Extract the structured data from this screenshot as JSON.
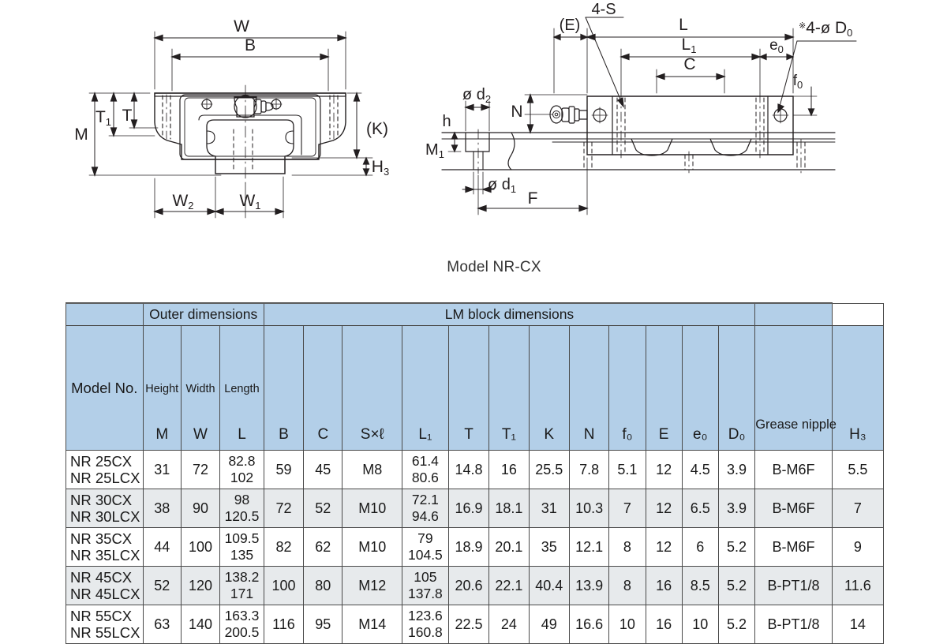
{
  "caption": "Model NR-CX",
  "drawing": {
    "front_view_labels": [
      "W",
      "B",
      "T₁",
      "T",
      "M",
      "(K)",
      "H₃",
      "W₂",
      "W₁"
    ],
    "side_view_labels": [
      "(E)",
      "4-S",
      "L",
      "L₁",
      "C",
      "e₀",
      "※4-ø D₀",
      "f₀",
      "ø d₂",
      "N",
      "h",
      "M₁",
      "ø d₁",
      "F"
    ],
    "labels": {
      "W": "W",
      "B": "B",
      "T1": "T₁",
      "T": "T",
      "M": "M",
      "K": "(K)",
      "H3": "H₃",
      "W2": "W₂",
      "W1": "W₁",
      "E": "(E)",
      "fourS": "4-S",
      "L": "L",
      "L1": "L₁",
      "C": "C",
      "e0": "e₀",
      "fourD0": "※4-ø D₀",
      "f0": "f₀",
      "d2": "ø d₂",
      "N": "N",
      "h": "h",
      "M1": "M₁",
      "d1": "ø d₁",
      "F": "F"
    }
  },
  "table": {
    "group_headers": [
      {
        "label": "",
        "span": 1
      },
      {
        "label": "Outer dimensions",
        "span": 3
      },
      {
        "label": "LM block dimensions",
        "span": 12
      },
      {
        "label": "",
        "span": 1
      }
    ],
    "columns": [
      {
        "unit": "",
        "symbol": "Model No."
      },
      {
        "unit": "Height",
        "symbol": "M"
      },
      {
        "unit": "Width",
        "symbol": "W"
      },
      {
        "unit": "Length",
        "symbol": "L"
      },
      {
        "unit": "",
        "symbol": "B"
      },
      {
        "unit": "",
        "symbol": "C"
      },
      {
        "unit": "",
        "symbol": "S×ℓ"
      },
      {
        "unit": "",
        "symbol": "L₁"
      },
      {
        "unit": "",
        "symbol": "T"
      },
      {
        "unit": "",
        "symbol": "T₁"
      },
      {
        "unit": "",
        "symbol": "K"
      },
      {
        "unit": "",
        "symbol": "N"
      },
      {
        "unit": "",
        "symbol": "f₀"
      },
      {
        "unit": "",
        "symbol": "E"
      },
      {
        "unit": "",
        "symbol": "e₀"
      },
      {
        "unit": "",
        "symbol": "D₀"
      },
      {
        "unit": "Grease nipple",
        "symbol": ""
      },
      {
        "unit": "",
        "symbol": "H₃"
      }
    ],
    "rows": [
      {
        "model_1": "NR 25CX",
        "model_2": "NR 25LCX",
        "M": "31",
        "W": "72",
        "L_1": "82.8",
        "L_2": "102",
        "B": "59",
        "C": "45",
        "Sxl": "M8",
        "L1_1": "61.4",
        "L1_2": "80.6",
        "T": "14.8",
        "T1": "16",
        "K": "25.5",
        "N": "7.8",
        "f0": "5.1",
        "E": "12",
        "e0": "4.5",
        "D0": "3.9",
        "grease": "B-M6F",
        "H3": "5.5"
      },
      {
        "model_1": "NR 30CX",
        "model_2": "NR 30LCX",
        "M": "38",
        "W": "90",
        "L_1": "98",
        "L_2": "120.5",
        "B": "72",
        "C": "52",
        "Sxl": "M10",
        "L1_1": "72.1",
        "L1_2": "94.6",
        "T": "16.9",
        "T1": "18.1",
        "K": "31",
        "N": "10.3",
        "f0": "7",
        "E": "12",
        "e0": "6.5",
        "D0": "3.9",
        "grease": "B-M6F",
        "H3": "7"
      },
      {
        "model_1": "NR 35CX",
        "model_2": "NR 35LCX",
        "M": "44",
        "W": "100",
        "L_1": "109.5",
        "L_2": "135",
        "B": "82",
        "C": "62",
        "Sxl": "M10",
        "L1_1": "79",
        "L1_2": "104.5",
        "T": "18.9",
        "T1": "20.1",
        "K": "35",
        "N": "12.1",
        "f0": "8",
        "E": "12",
        "e0": "6",
        "D0": "5.2",
        "grease": "B-M6F",
        "H3": "9"
      },
      {
        "model_1": "NR 45CX",
        "model_2": "NR 45LCX",
        "M": "52",
        "W": "120",
        "L_1": "138.2",
        "L_2": "171",
        "B": "100",
        "C": "80",
        "Sxl": "M12",
        "L1_1": "105",
        "L1_2": "137.8",
        "T": "20.6",
        "T1": "22.1",
        "K": "40.4",
        "N": "13.9",
        "f0": "8",
        "E": "16",
        "e0": "8.5",
        "D0": "5.2",
        "grease": "B-PT1/8",
        "H3": "11.6"
      },
      {
        "model_1": "NR 55CX",
        "model_2": "NR 55LCX",
        "M": "63",
        "W": "140",
        "L_1": "163.3",
        "L_2": "200.5",
        "B": "116",
        "C": "95",
        "Sxl": "M14",
        "L1_1": "123.6",
        "L1_2": "160.8",
        "T": "22.5",
        "T1": "24",
        "K": "49",
        "N": "16.6",
        "f0": "10",
        "E": "16",
        "e0": "10",
        "D0": "5.2",
        "grease": "B-PT1/8",
        "H3": "14"
      }
    ]
  },
  "colors": {
    "header_blue": "#b3cfe8",
    "row_alt": "#e7eaec",
    "line": "#231f20"
  }
}
